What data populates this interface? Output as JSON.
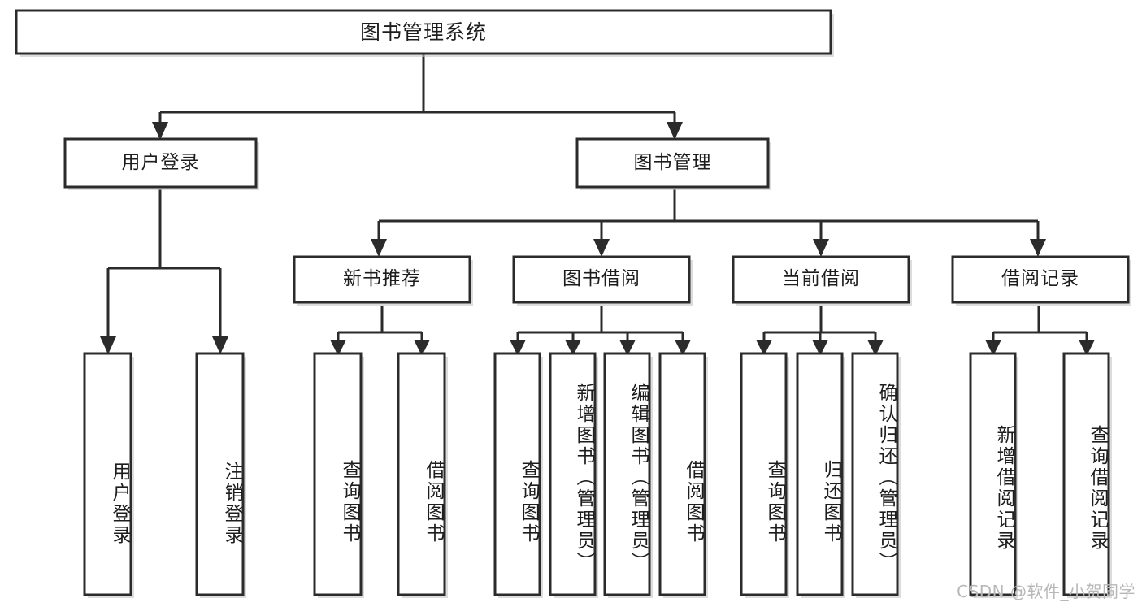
{
  "diagram": {
    "type": "tree",
    "title": "图书管理系统",
    "watermark": "CSDN @软件_小贺同学",
    "root": {
      "id": "root",
      "label": "图书管理系统",
      "orientation": "horizontal"
    },
    "level2": [
      {
        "id": "user-login",
        "label": "用户登录",
        "orientation": "horizontal"
      },
      {
        "id": "book-management",
        "label": "图书管理",
        "orientation": "horizontal"
      }
    ],
    "level3": [
      {
        "id": "new-book-recommend",
        "label": "新书推荐",
        "orientation": "horizontal",
        "parent": "book-management"
      },
      {
        "id": "book-borrow",
        "label": "图书借阅",
        "orientation": "horizontal",
        "parent": "book-management"
      },
      {
        "id": "current-borrow",
        "label": "当前借阅",
        "orientation": "horizontal",
        "parent": "book-management"
      },
      {
        "id": "borrow-record",
        "label": "借阅记录",
        "orientation": "horizontal",
        "parent": "book-management"
      }
    ],
    "leaves": [
      {
        "id": "leaf-user-login",
        "label": "用户登录",
        "orientation": "vertical",
        "parent": "user-login"
      },
      {
        "id": "leaf-logout",
        "label": "注销登录",
        "orientation": "vertical",
        "parent": "user-login"
      },
      {
        "id": "leaf-query-book-1",
        "label": "查询图书",
        "orientation": "vertical",
        "parent": "new-book-recommend"
      },
      {
        "id": "leaf-borrow-book-1",
        "label": "借阅图书",
        "orientation": "vertical",
        "parent": "new-book-recommend"
      },
      {
        "id": "leaf-query-book-2",
        "label": "查询图书",
        "orientation": "vertical",
        "parent": "book-borrow"
      },
      {
        "id": "leaf-add-book",
        "label": "新增图书（管理员）",
        "orientation": "vertical",
        "parent": "book-borrow"
      },
      {
        "id": "leaf-edit-book",
        "label": "编辑图书（管理员）",
        "orientation": "vertical",
        "parent": "book-borrow"
      },
      {
        "id": "leaf-borrow-book-2",
        "label": "借阅图书",
        "orientation": "vertical",
        "parent": "book-borrow"
      },
      {
        "id": "leaf-query-book-3",
        "label": "查询图书",
        "orientation": "vertical",
        "parent": "current-borrow"
      },
      {
        "id": "leaf-return-book",
        "label": "归还图书",
        "orientation": "vertical",
        "parent": "current-borrow"
      },
      {
        "id": "leaf-confirm-return",
        "label": "确认归还（管理员）",
        "orientation": "vertical",
        "parent": "current-borrow"
      },
      {
        "id": "leaf-add-record",
        "label": "新增借阅记录",
        "orientation": "vertical",
        "parent": "borrow-record"
      },
      {
        "id": "leaf-query-record",
        "label": "查询借阅记录",
        "orientation": "vertical",
        "parent": "borrow-record"
      }
    ],
    "colors": {
      "stroke": "#2b2b2b",
      "fill": "#ffffff",
      "text": "#1d1d1d",
      "watermark": "#b8b8b8",
      "shadow": "#bfbfbf"
    }
  }
}
